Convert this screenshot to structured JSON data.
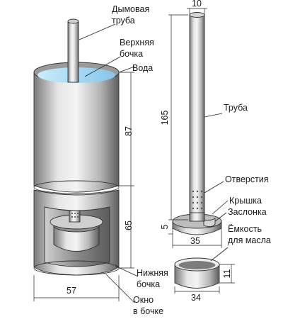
{
  "labels": {
    "smoke_pipe_1": "Дымовая",
    "smoke_pipe_2": "труба",
    "upper_barrel_1": "Верхняя",
    "upper_barrel_2": "бочка",
    "water": "Вода",
    "pipe": "Труба",
    "holes": "Отверстия",
    "lid": "Крышка",
    "damper": "Заслонка",
    "oil_container_1": "Ёмкость",
    "oil_container_2": "для масла",
    "lower_barrel_1": "Нижняя",
    "lower_barrel_2": "бочка",
    "window_1": "Окно",
    "window_2": "в бочке"
  },
  "dimensions": {
    "pipe_diameter": "10",
    "pipe_length": "165",
    "upper_height": "87",
    "lower_height": "65",
    "barrel_width": "57",
    "plate_width": "35",
    "plate_height": "5",
    "container_height": "11",
    "container_width": "34"
  },
  "colors": {
    "metal_light": "#e8e8e8",
    "metal_mid": "#b0b0b0",
    "metal_dark": "#6a6a6a",
    "water": "#a9d8f0",
    "background": "#ffffff"
  }
}
